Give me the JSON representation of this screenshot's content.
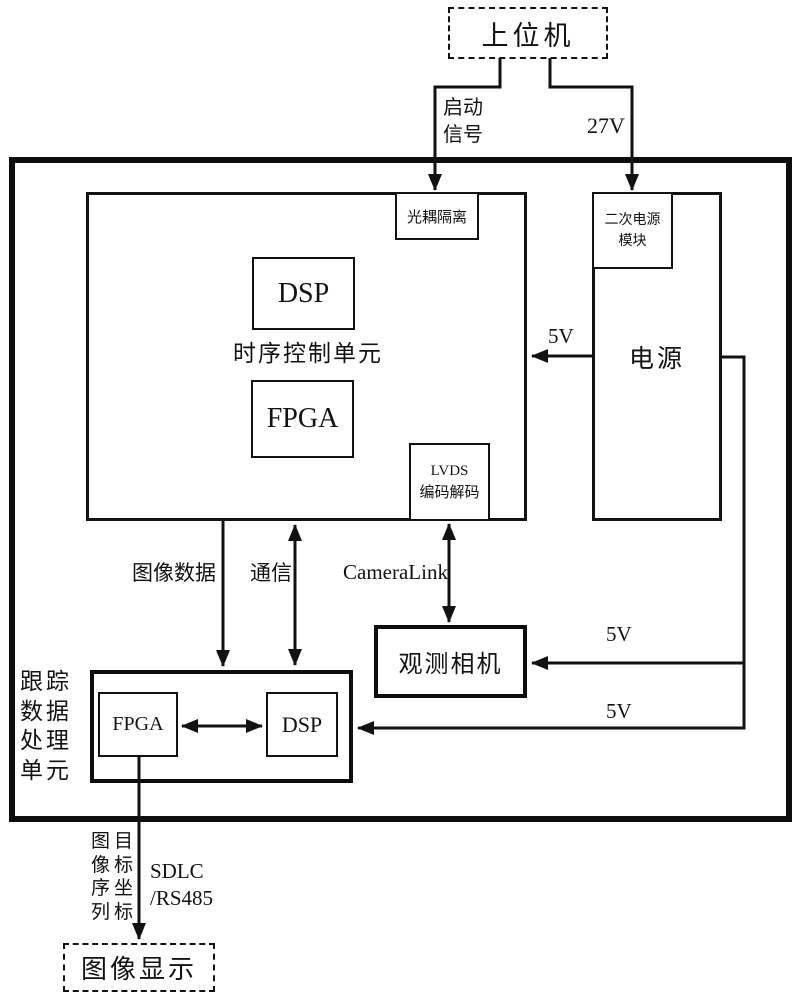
{
  "colors": {
    "line": "#121212",
    "background": "#ffffff"
  },
  "host": {
    "label": "上位机"
  },
  "timing_unit": {
    "label": "时序控制单元",
    "opto_label": "光耦隔离",
    "dsp_label": "DSP",
    "fpga_label": "FPGA",
    "lvds_label": "LVDS\n编码解码"
  },
  "power": {
    "label": "电源",
    "secondary_label": "二次电源\n模块"
  },
  "camera": {
    "label": "观测相机"
  },
  "tracking_unit": {
    "label": "跟踪\n数据\n处理\n单元",
    "fpga_label": "FPGA",
    "dsp_label": "DSP"
  },
  "display": {
    "label": "图像显示"
  },
  "signals": {
    "start": "启动\n信号",
    "v27": "27V",
    "v5_timing": "5V",
    "v5_camera": "5V",
    "v5_tracking": "5V",
    "image_data": "图像数据",
    "comm": "通信",
    "cameralink": "CameraLink",
    "image_sequence_vertical": "图\n像\n序\n列",
    "target_coord_vertical": "目\n标\n坐\n标",
    "serial": "SDLC\n/RS485"
  }
}
